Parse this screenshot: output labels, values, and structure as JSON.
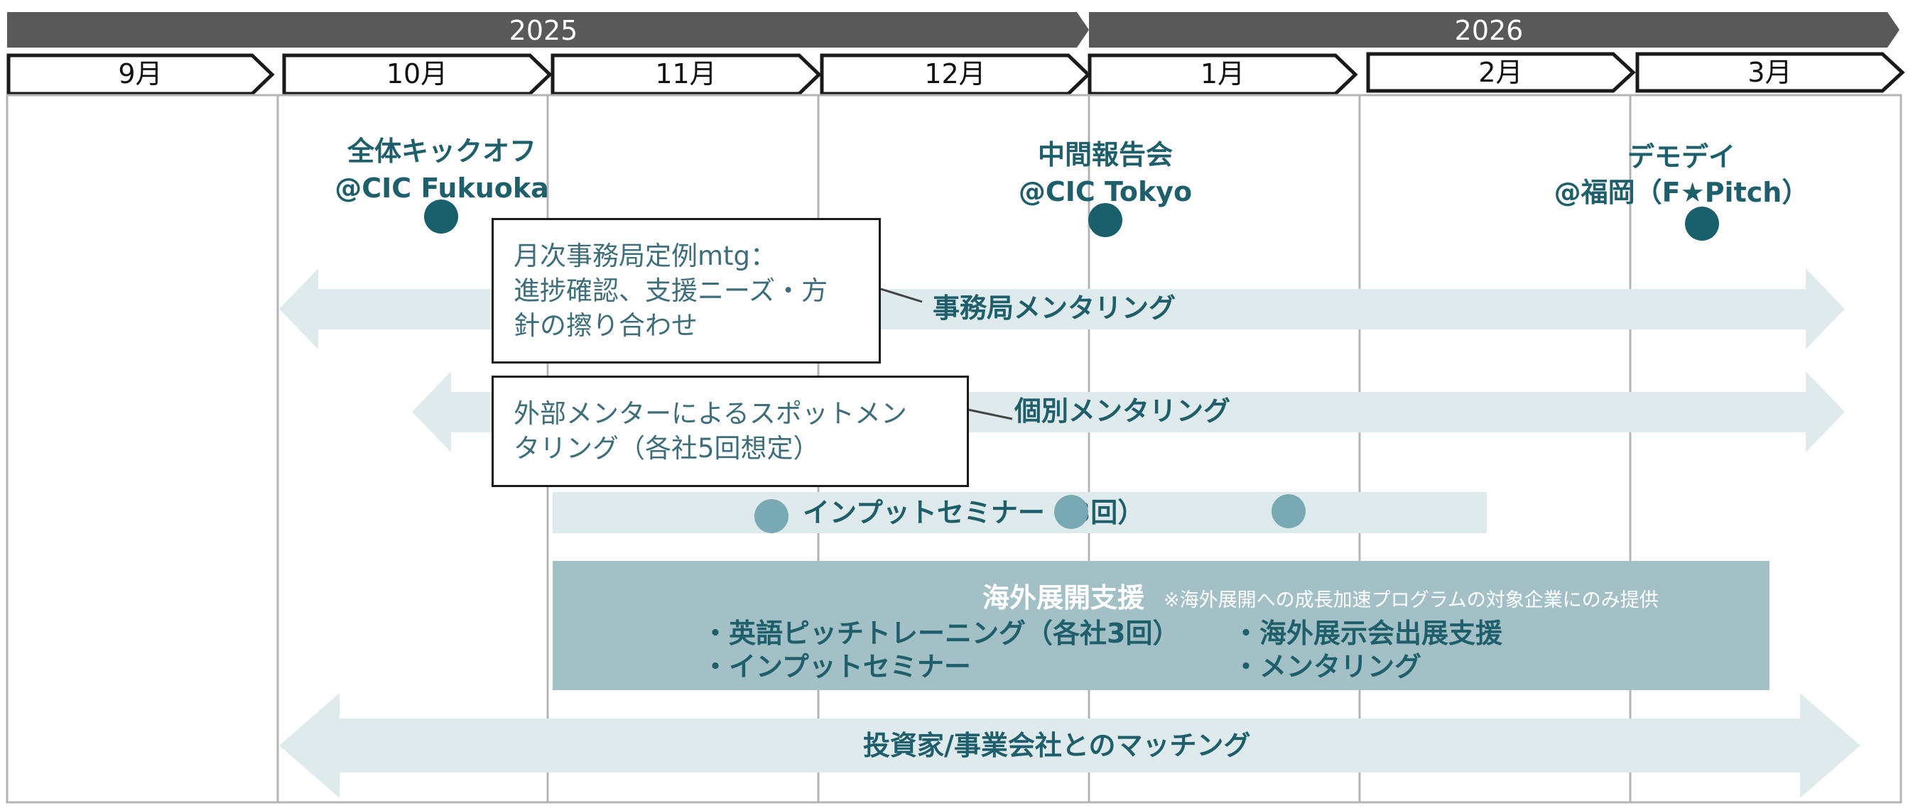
{
  "colors": {
    "year_bar": "#595959",
    "teal_dark": "#1f5f6b",
    "teal_dot": "#195f6c",
    "teal_light": "#dfeaec",
    "teal_mid": "#a2c0c6",
    "teal_seminar_dot": "#79a9b3",
    "grid_line": "#b4b4b4"
  },
  "timeline": {
    "years": [
      "2025",
      "2026"
    ],
    "months": [
      "9月",
      "10月",
      "11月",
      "12月",
      "1月",
      "2月",
      "3月"
    ]
  },
  "milestones": {
    "kickoff": {
      "line1": "全体キックオフ",
      "line2": "@CIC Fukuoka"
    },
    "midterm": {
      "line1": "中間報告会",
      "line2": "@CIC Tokyo"
    },
    "demoday": {
      "line1": "デモデイ",
      "line2": "@福岡（F★Pitch）"
    }
  },
  "callouts": {
    "secretariat": {
      "lines": [
        "月次事務局定例mtg：",
        "進捗確認、支援ニーズ・方",
        "針の擦り合わせ"
      ]
    },
    "spot": {
      "lines": [
        "外部メンターによるスポットメン",
        "タリング（各社5回想定）"
      ]
    }
  },
  "tracks": {
    "secretariat_mentoring": "事務局メンタリング",
    "individual_mentoring": "個別メンタリング",
    "input_seminar": "インプットセミナー（3回）",
    "overseas": {
      "title": "海外展開支援",
      "note": "※海外展開への成長加速プログラムの対象企業にのみ提供",
      "items_left": [
        "・英語ピッチトレーニング（各社3回）",
        "・インプットセミナー"
      ],
      "items_right": [
        "・海外展示会出展支援",
        "・メンタリング"
      ]
    },
    "matching": "投資家/事業会社とのマッチング"
  }
}
